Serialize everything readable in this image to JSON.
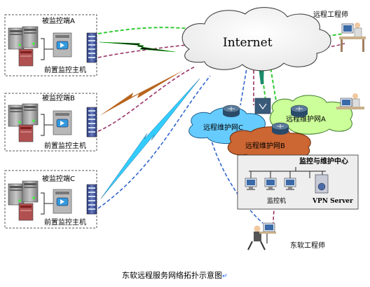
{
  "internet_label": "Internet",
  "remote_engineer_label": "远程工程师",
  "monitored_sites": [
    {
      "site_label": "被监控端A",
      "host_label": "前置监控主机"
    },
    {
      "site_label": "被监控端B",
      "host_label": "前置监控主机"
    },
    {
      "site_label": "被监控端C",
      "host_label": "前置监控主机"
    }
  ],
  "networks": {
    "a": "远程维护网A",
    "b": "远程维护网B",
    "c": "远程维护网C"
  },
  "center": {
    "title": "监控与维护中心",
    "monitor_label": "监控机",
    "vpn_label": "VPN Server"
  },
  "neusoft_engineer_label": "东软工程师",
  "caption": "东软远程服务网络拓扑示意图",
  "caption_mark": "↵",
  "colors": {
    "green_link": "#33cc33",
    "purple_link": "#993366",
    "blue_link": "#3366cc",
    "net_a": "#ccff99",
    "net_b": "#cc6633",
    "net_c": "#66ccff",
    "bolt_brown": "#b8651e",
    "bolt_cyan": "#33ccff"
  }
}
